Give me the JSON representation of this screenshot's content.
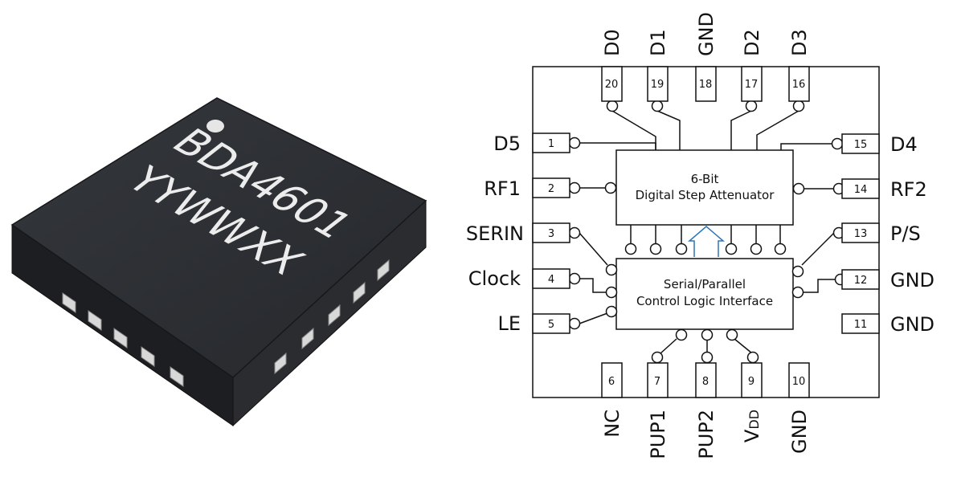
{
  "chip": {
    "marking_line1": "BDA4601",
    "marking_line2": "YYWWXX"
  },
  "blocks": {
    "attenuator": {
      "line1": "6-Bit",
      "line2": "Digital Step Attenuator"
    },
    "control": {
      "line1": "Serial/Parallel",
      "line2": "Control Logic Interface"
    }
  },
  "pins": {
    "p1": {
      "number": "1",
      "label": "D5"
    },
    "p2": {
      "number": "2",
      "label": "RF1"
    },
    "p3": {
      "number": "3",
      "label": "SERIN"
    },
    "p4": {
      "number": "4",
      "label": "Clock"
    },
    "p5": {
      "number": "5",
      "label": "LE"
    },
    "p6": {
      "number": "6",
      "label": "NC"
    },
    "p7": {
      "number": "7",
      "label": "PUP1"
    },
    "p8": {
      "number": "8",
      "label": "PUP2"
    },
    "p9": {
      "number": "9",
      "label": "V",
      "label_sub": "DD"
    },
    "p10": {
      "number": "10",
      "label": "GND"
    },
    "p11": {
      "number": "11",
      "label": "GND"
    },
    "p12": {
      "number": "12",
      "label": "GND"
    },
    "p13": {
      "number": "13",
      "label": "P/S"
    },
    "p14": {
      "number": "14",
      "label": "RF2"
    },
    "p15": {
      "number": "15",
      "label": "D4"
    },
    "p16": {
      "number": "16",
      "label": "D3"
    },
    "p17": {
      "number": "17",
      "label": "D2"
    },
    "p18": {
      "number": "18",
      "label": "GND"
    },
    "p19": {
      "number": "19",
      "label": "D1"
    },
    "p20": {
      "number": "20",
      "label": "D0"
    }
  },
  "colors": {
    "chip_top": "#2a2c30",
    "chip_side": "#1f2124",
    "marking": "#e8e8e8",
    "bus_arrow": "#2e75b6"
  }
}
